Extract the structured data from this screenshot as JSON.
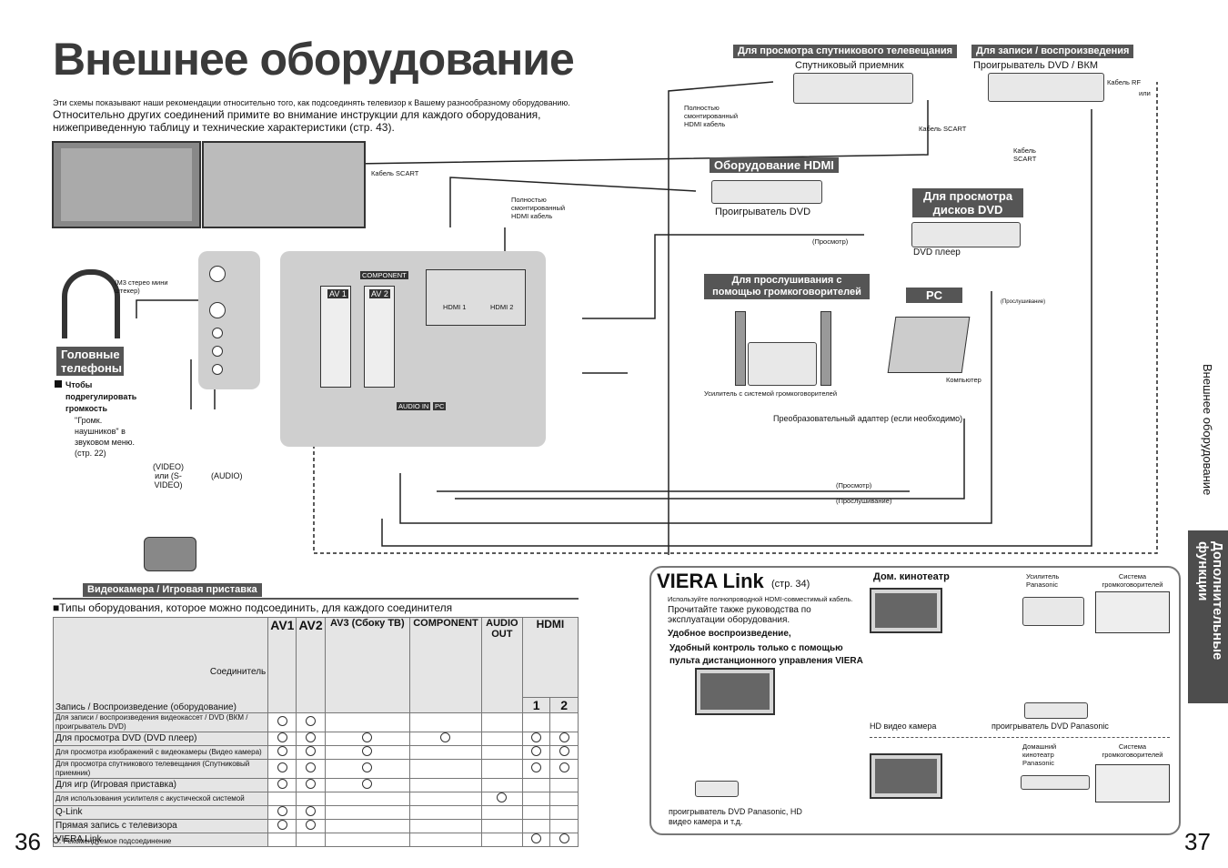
{
  "title": "Внешнее оборудование",
  "intro_small": "Эти схемы показывают наши рекомендации относительно того, как подсоединять телевизор к Вашему разнообразному оборудованию.",
  "intro": "Относительно других соединений примите во внимание инструкции для каждого оборудования, нижеприведенную таблицу и технические характеристики (стр. 43).",
  "headers": {
    "satellite": "Для просмотра спутникового телевещания",
    "record": "Для записи / воспроизведения",
    "hdmi_equipment": "Оборудование HDMI",
    "dvd_view": "Для просмотра дисков DVD",
    "speakers": "Для прослушивания с помощью громкоговорителей",
    "pc": "PC",
    "headphones": "Головные телефоны",
    "camera": "Видеокамера / Игровая приставка"
  },
  "labels": {
    "satellite_receiver": "Спутниковый приемник",
    "dvd_vcr": "Проигрыватель DVD / ВКМ",
    "rf_cable": "Кабель RF",
    "or": "или",
    "hdmi_full_1": "Полностью смонтированный HDMI кабель",
    "scart_cable_1": "Кабель SCART",
    "scart_cable_2": "Кабель SCART",
    "scart_cable_3": "Кабель SCART",
    "hdmi_full_2": "Полностью смонтированный HDMI кабель",
    "dvd_player_hdmi": "Проигрыватель DVD",
    "viewing": "(Просмотр)",
    "dvd_player": "DVD плеер",
    "listening": "(Прослушивание)",
    "amp": "Усилитель с системой громкоговорителей",
    "computer": "Компьютер",
    "adapter": "Преобразовательный адаптер (если необходимо)",
    "viewing2": "(Просмотр)",
    "listening2": "(Прослушивание)",
    "m3": "(M3 стерео мини штекер)",
    "volume_title": "Чтобы подрегулировать громкость",
    "volume_text": "\"Громк. наушников\" в звуковом меню. (стр. 22)",
    "video_svideo": "(VIDEO) или (S-VIDEO)",
    "audio": "(AUDIO)",
    "av1": "AV 1",
    "av2": "AV 2",
    "component": "COMPONENT",
    "hdmi1": "HDMI 1",
    "hdmi2": "HDMI 2",
    "pc_port": "PC",
    "audio_in": "AUDIO IN"
  },
  "table": {
    "caption": "Типы оборудования, которое можно подсоединить, для каждого соединителя",
    "connector": "Соединитель",
    "rec_play": "Запись / Воспроизведение (оборудование)",
    "cols": [
      "AV1",
      "AV2",
      "AV3 (Сбоку ТВ)",
      "COMPONENT",
      "AUDIO OUT",
      "1",
      "2"
    ],
    "hdmi_head": "HDMI",
    "rows": [
      {
        "name": "Для записи / воспроизведения видеокассет / DVD (ВКМ / проигрыватель DVD)",
        "marks": [
          1,
          1,
          0,
          0,
          0,
          0,
          0
        ]
      },
      {
        "name": "Для просмотра DVD (DVD плеер)",
        "marks": [
          1,
          1,
          1,
          1,
          0,
          1,
          1
        ]
      },
      {
        "name": "Для просмотра изображений с видеокамеры (Видео камера)",
        "marks": [
          1,
          1,
          1,
          0,
          0,
          1,
          1
        ]
      },
      {
        "name": "Для просмотра спутникового телевещания (Спутниковый приемник)",
        "marks": [
          1,
          1,
          1,
          0,
          0,
          1,
          1
        ]
      },
      {
        "name": "Для игр (Игровая приставка)",
        "marks": [
          1,
          1,
          1,
          0,
          0,
          0,
          0
        ]
      },
      {
        "name": "Для использования усилителя с акустической системой",
        "marks": [
          0,
          0,
          0,
          0,
          1,
          0,
          0
        ]
      },
      {
        "name": "Q-Link",
        "marks": [
          1,
          1,
          0,
          0,
          0,
          0,
          0
        ]
      },
      {
        "name": "Прямая запись с телевизора",
        "marks": [
          1,
          1,
          0,
          0,
          0,
          0,
          0
        ]
      },
      {
        "name": "VIERA Link",
        "marks": [
          0,
          0,
          0,
          0,
          0,
          1,
          1
        ]
      }
    ],
    "footnote": ": Рекомендуемое подсоединение"
  },
  "viera": {
    "title": "VIERA Link",
    "page_ref": "(стр. 34)",
    "bullet1": "Используйте полнопроводной HDMI-совместимый кабель.",
    "bullet2": "Прочитайте также руководства по эксплуатации оборудования.",
    "easy_title": "Удобное воспроизведение,",
    "easy_text": "Удобный контроль только с помощью пульта дистанционного управления VIERA",
    "bottom_left": "проигрыватель DVD Panasonic, HD видео камера и т.д.",
    "home_theater": "Дом. кинотеатр",
    "amp_panasonic": "Усилитель Panasonic",
    "speaker_system": "Система громкоговорителей",
    "hd_camera": "HD видео камера",
    "dvd_panasonic": "проигрыватель DVD Panasonic",
    "home_theater_panasonic": "Домашний кинотеатр Panasonic",
    "speaker_system2": "Система громкоговорителей"
  },
  "side": {
    "tab": "Дополнительные функции",
    "label": "Внешнее оборудование"
  },
  "pages": {
    "left": "36",
    "right": "37"
  }
}
